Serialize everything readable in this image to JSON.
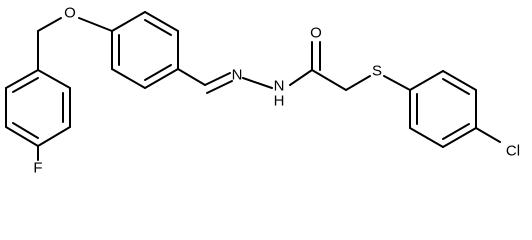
{
  "molecule": {
    "atoms": {
      "oxygen_ether": "O",
      "fluorine": "F",
      "nitrogen_imine": "N",
      "nitrogen_amide": "N",
      "hydrogen_amide": "H",
      "oxygen_carbonyl": "O",
      "sulfur": "S",
      "chlorine": "Cl"
    }
  }
}
